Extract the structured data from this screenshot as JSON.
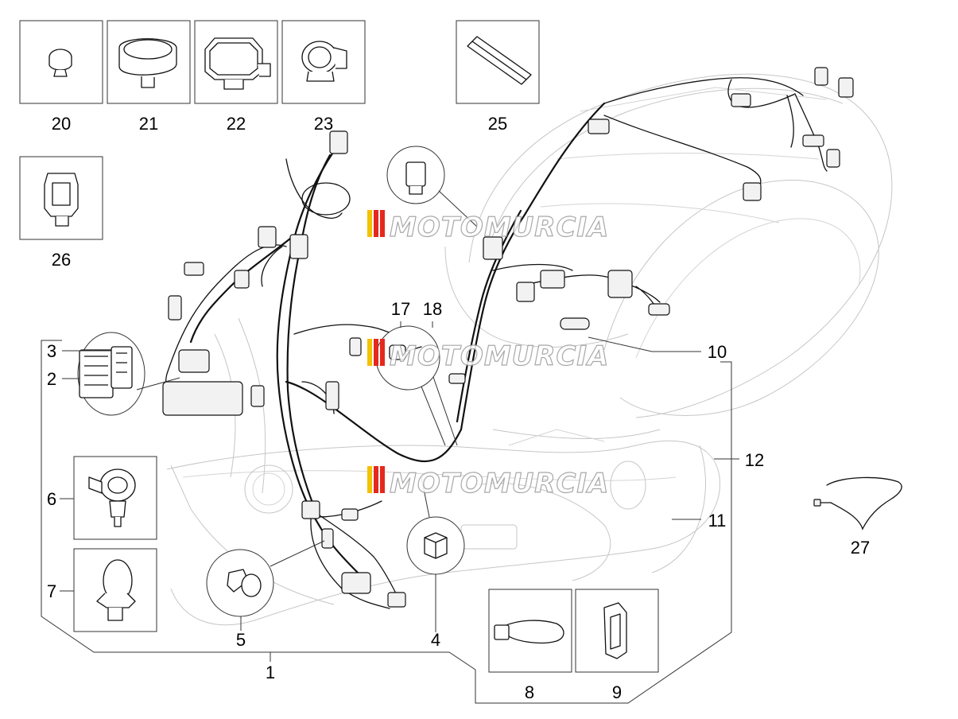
{
  "watermark": {
    "text": "MOTOMURCIA",
    "colors": [
      "#f2c200",
      "#e5291c",
      "#e5291c"
    ]
  },
  "callouts": {
    "c1": "1",
    "c2": "2",
    "c3": "3",
    "c4": "4",
    "c5": "5",
    "c6": "6",
    "c7": "7",
    "c8": "8",
    "c9": "9",
    "c10": "10",
    "c11": "11",
    "c12": "12",
    "c17": "17",
    "c18": "18",
    "c20": "20",
    "c21": "21",
    "c22": "22",
    "c23": "23",
    "c25": "25",
    "c26": "26",
    "c27": "27"
  }
}
